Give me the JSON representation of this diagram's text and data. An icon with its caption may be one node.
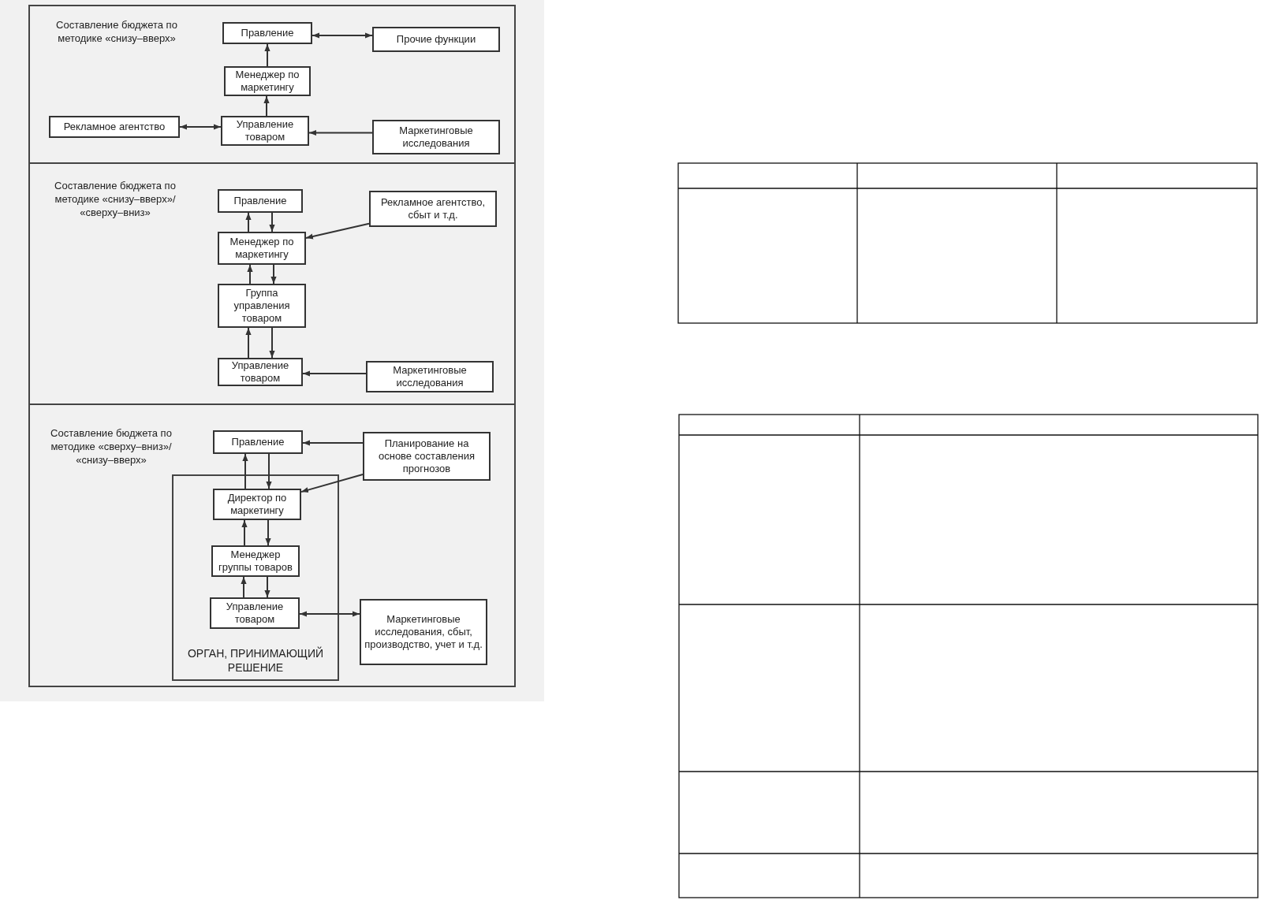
{
  "diagram": {
    "nodes": [
      {
        "text": [
          "Составление бюджета по методике «снизу–вверх»"
        ]
      },
      {
        "text": [
          "Правление"
        ],
        "in": 0
      },
      {
        "text": [
          "Прочие функции"
        ],
        "in": 0
      },
      {
        "text": [
          "Менеджер по маркетингу"
        ],
        "in": 0
      },
      {
        "text": [
          "Рекламное агентство"
        ],
        "in": 0
      },
      {
        "text": [
          "Управление товаром"
        ],
        "in": 0
      },
      {
        "text": [
          "Маркетинговые исследования"
        ],
        "in": 0
      },
      {
        "text": [
          "Составление бюджета по методике «снизу–вверх»/ «сверху–вниз»"
        ]
      },
      {
        "text": [
          "Правление"
        ],
        "in": 7
      },
      {
        "text": [
          "Рекламное агентство, сбыт и т.д."
        ],
        "in": 7
      },
      {
        "text": [
          "Менеджер по маркетингу"
        ],
        "in": 7
      },
      {
        "text": [
          "Группа управления товаром"
        ],
        "in": 7
      },
      {
        "text": [
          "Управление товаром"
        ],
        "in": 7
      },
      {
        "text": [
          "Маркетинговые исследования"
        ],
        "in": 7
      },
      {
        "text": [
          "Составление бюджета по методике «сверху–вниз»/ «снизу–вверх»"
        ]
      },
      {
        "text": [
          "Правление"
        ],
        "in": 14
      },
      {
        "text": [
          "Планирование на основе составления прогнозов"
        ],
        "in": 14
      },
      {
        "text": [
          "ОРГАН, ПРИНИМАЮЩИЙ РЕШЕНИЕ"
        ],
        "in": 14
      },
      {
        "text": [
          "Директор по маркетингу"
        ],
        "in": 17
      },
      {
        "text": [
          "Менеджер группы товаров"
        ],
        "in": 17
      },
      {
        "text": [
          "Управление товаром"
        ],
        "in": 17
      },
      {
        "text": [
          "Маркетинговые исследования, сбыт, производство, учет и т.д."
        ],
        "in": 14
      }
    ],
    "edges": [
      {
        "from": 1,
        "to": 2,
        "arrow": "both"
      },
      {
        "from": 3,
        "to": 1,
        "arrow": "to"
      },
      {
        "from": 5,
        "to": 3,
        "arrow": "to"
      },
      {
        "from": 4,
        "to": 5,
        "arrow": "both"
      },
      {
        "from": 6,
        "to": 5,
        "arrow": "to"
      },
      {
        "from": 10,
        "to": 8,
        "arrow": "to"
      },
      {
        "from": 8,
        "to": 10,
        "arrow": "to"
      },
      {
        "from": 9,
        "to": 10,
        "arrow": "to"
      },
      {
        "from": 11,
        "to": 10,
        "arrow": "to"
      },
      {
        "from": 10,
        "to": 11,
        "arrow": "to"
      },
      {
        "from": 12,
        "to": 11,
        "arrow": "to"
      },
      {
        "from": 11,
        "to": 12,
        "arrow": "to"
      },
      {
        "from": 13,
        "to": 12,
        "arrow": "to"
      },
      {
        "from": 16,
        "to": 15,
        "arrow": "to"
      },
      {
        "from": 16,
        "to": 18,
        "arrow": "to"
      },
      {
        "from": 18,
        "to": 15,
        "arrow": "to"
      },
      {
        "from": 15,
        "to": 18,
        "arrow": "to"
      },
      {
        "from": 19,
        "to": 18,
        "arrow": "to"
      },
      {
        "from": 18,
        "to": 19,
        "arrow": "to"
      },
      {
        "from": 20,
        "to": 19,
        "arrow": "to"
      },
      {
        "from": 19,
        "to": 20,
        "arrow": "to"
      },
      {
        "from": 20,
        "to": 21,
        "arrow": "both"
      }
    ]
  }
}
